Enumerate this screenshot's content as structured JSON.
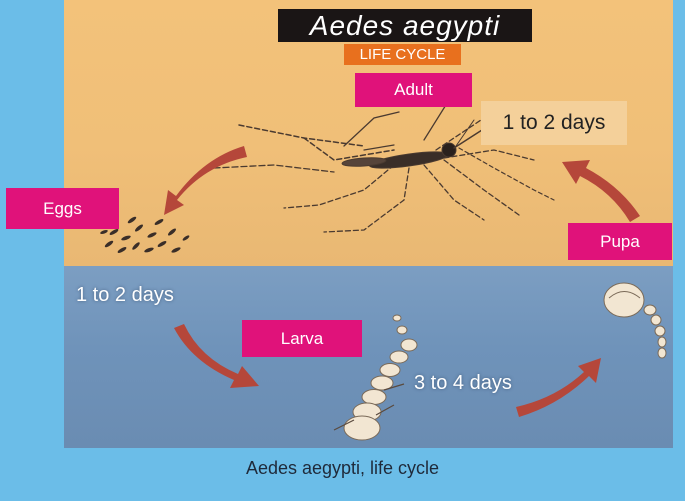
{
  "title": "Aedes aegypti",
  "subtitle": "LIFE CYCLE",
  "stages": {
    "adult": "Adult",
    "eggs": "Eggs",
    "pupa": "Pupa",
    "larva": "Larva"
  },
  "durations": {
    "pupa_to_adult": "1 to 2 days",
    "eggs_to_larva": "1 to 2 days",
    "larva_to_pupa": "3 to 4 days"
  },
  "caption": "Aedes aegypti, life cycle",
  "colors": {
    "frame": "#6bbde8",
    "sky": "#f0bf78",
    "water": "#6f93ba",
    "stage_label": "#e0127a",
    "subtitle": "#e8701e",
    "title_bg": "#1a1515",
    "arrow": "#b5473a"
  }
}
